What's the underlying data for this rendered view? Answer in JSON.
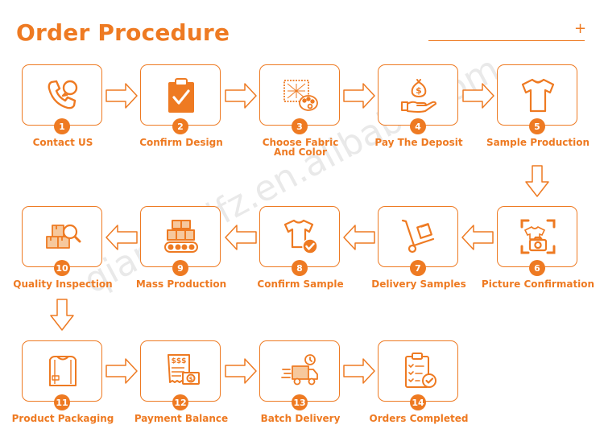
{
  "title": "Order Procedure",
  "title_plus": "+",
  "watermark": "qianjiayifz.en.alibaba.com",
  "accent_color": "#ee7a22",
  "steps": [
    {
      "num": "1",
      "label": "Contact US",
      "icon": "phone-chat-icon"
    },
    {
      "num": "2",
      "label": "Confirm Design",
      "icon": "clipboard-check-icon"
    },
    {
      "num": "3",
      "label": "Choose Fabric\nAnd Color",
      "icon": "fabric-palette-icon"
    },
    {
      "num": "4",
      "label": "Pay The Deposit",
      "icon": "money-hand-icon"
    },
    {
      "num": "5",
      "label": "Sample Production",
      "icon": "tshirt-icon"
    },
    {
      "num": "6",
      "label": "Picture Confirmation",
      "icon": "camera-frame-icon"
    },
    {
      "num": "7",
      "label": "Delivery Samples",
      "icon": "hand-truck-icon"
    },
    {
      "num": "8",
      "label": "Confirm Sample",
      "icon": "tshirt-check-icon"
    },
    {
      "num": "9",
      "label": "Mass Production",
      "icon": "conveyor-boxes-icon"
    },
    {
      "num": "10",
      "label": "Quality Inspection",
      "icon": "boxes-magnifier-icon"
    },
    {
      "num": "11",
      "label": "Product Packaging",
      "icon": "folded-shirt-icon"
    },
    {
      "num": "12",
      "label": "Payment Balance",
      "icon": "bill-cash-icon"
    },
    {
      "num": "13",
      "label": "Batch Delivery",
      "icon": "fast-truck-icon"
    },
    {
      "num": "14",
      "label": "Orders Completed",
      "icon": "checklist-icon"
    }
  ]
}
